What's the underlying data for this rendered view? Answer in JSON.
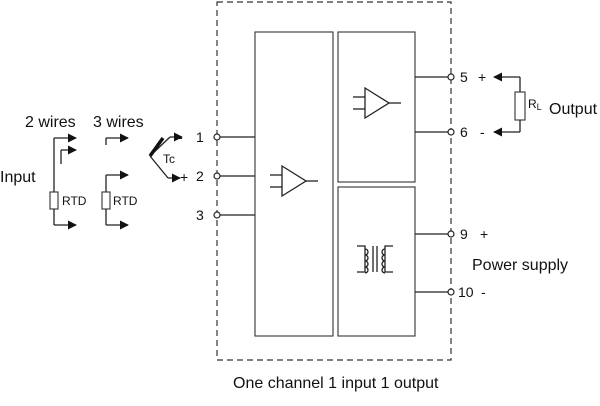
{
  "labels": {
    "input": "Input",
    "two_wires": "2 wires",
    "three_wires": "3 wires",
    "rtd_a": "RTD",
    "rtd_b": "RTD",
    "tc": "Tc",
    "output": "Output",
    "power_supply": "Power supply",
    "caption": "One channel 1 input 1 output",
    "rl_main": "R",
    "rl_sub": "L"
  },
  "input_terminals": [
    {
      "num": "1",
      "sign": "-"
    },
    {
      "num": "2",
      "sign": "+"
    },
    {
      "num": "3",
      "sign": ""
    }
  ],
  "output_terminals": [
    {
      "num": "5",
      "sign": "+"
    },
    {
      "num": "6",
      "sign": "-"
    }
  ],
  "power_terminals": [
    {
      "num": "9",
      "sign": "+"
    },
    {
      "num": "10",
      "sign": "-"
    }
  ]
}
